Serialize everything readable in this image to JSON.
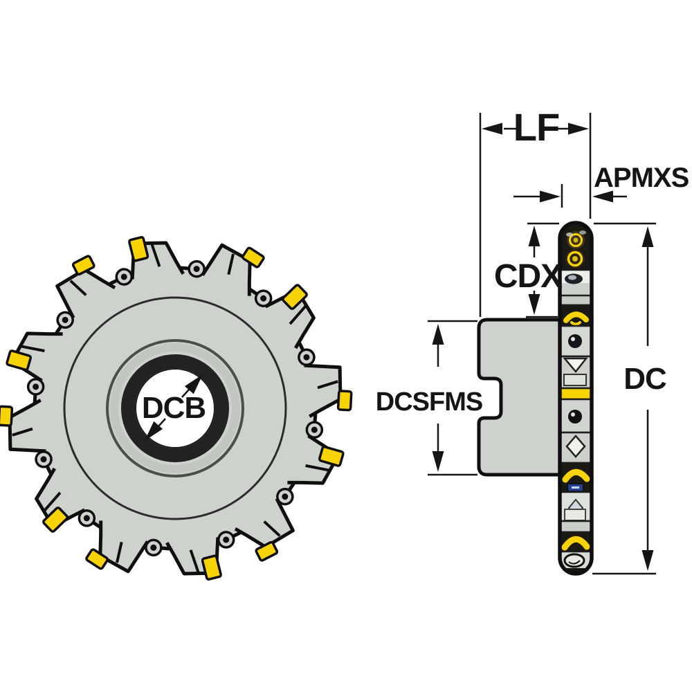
{
  "title": "Side and face milling cutter dimension diagram",
  "labels": {
    "lf": "LF",
    "apmxs": "APMXS",
    "cdx": "CDX",
    "dcsfms": "DCSFMS",
    "dc": "DC",
    "dcb": "DCB"
  },
  "colors": {
    "background": "#ffffff",
    "body": "#cdd3cc",
    "body-light": "#e0e4dd",
    "insert-yellow": "#f8d303",
    "insert-dark": "#1a1a12",
    "outline": "#0f0f0f",
    "dim-line": "#151515"
  }
}
